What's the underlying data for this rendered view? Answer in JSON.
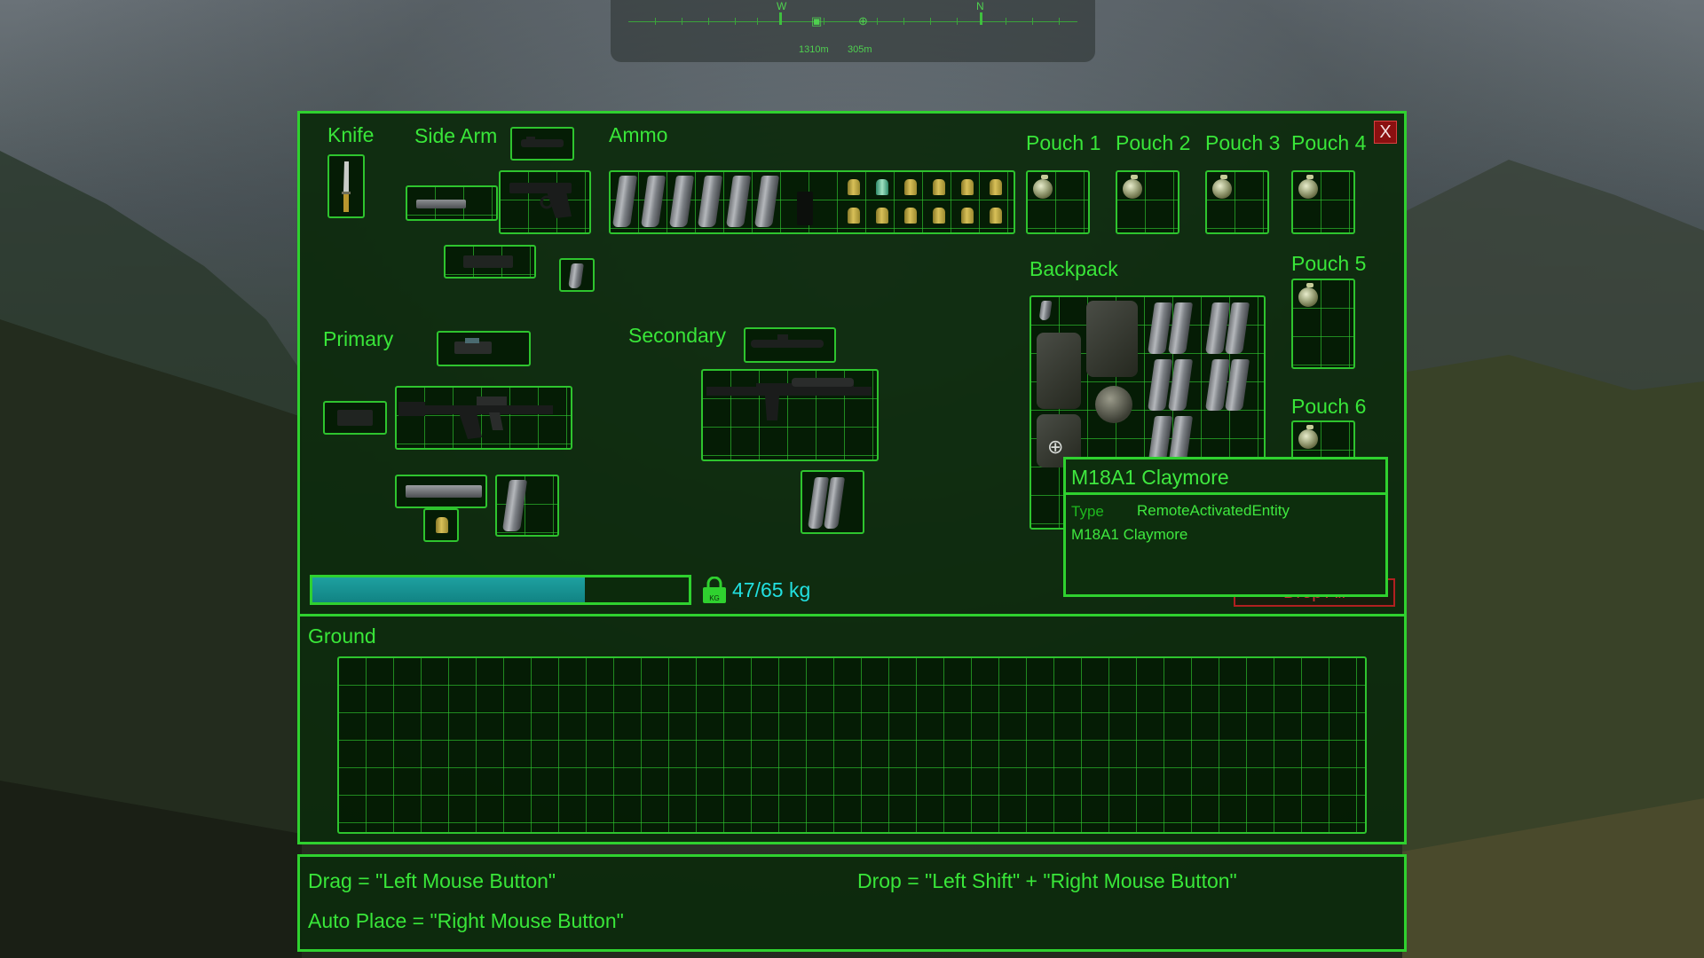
{
  "compass": {
    "west": "W",
    "north": "N",
    "dist1": "1310m",
    "dist2": "305m"
  },
  "inventory": {
    "close_label": "X",
    "slots": {
      "knife": "Knife",
      "side_arm": "Side Arm",
      "ammo": "Ammo",
      "primary": "Primary",
      "secondary": "Secondary",
      "backpack": "Backpack",
      "pouch1": "Pouch 1",
      "pouch2": "Pouch 2",
      "pouch3": "Pouch 3",
      "pouch4": "Pouch 4",
      "pouch5": "Pouch 5",
      "pouch6": "Pouch 6"
    },
    "weight": {
      "text": "47/65 kg",
      "fraction": 0.723,
      "icon": "kg-weight-icon",
      "icon_text": "KG"
    },
    "drop_all_label": "Drop All"
  },
  "tooltip": {
    "title": "M18A1 Claymore",
    "type_key": "Type",
    "type_value": "RemoteActivatedEntity",
    "description": "M18A1 Claymore"
  },
  "ground": {
    "label": "Ground"
  },
  "hints": {
    "drag": "Drag = \"Left Mouse Button\"",
    "drop": "Drop = \"Left Shift\" + \"Right Mouse Button\"",
    "auto_place": "Auto Place = \"Right Mouse Button\""
  },
  "colors": {
    "accent": "#2fd12f",
    "panel_bg": "#0c2a0c",
    "weight_fill": "#1ea0a0",
    "close_bg": "#8a1010"
  }
}
